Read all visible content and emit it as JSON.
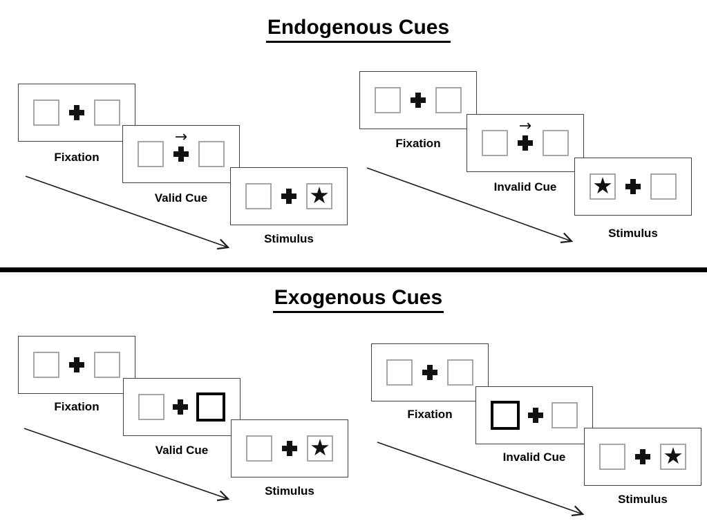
{
  "diagram": {
    "name": "Posner attention cueing paradigm",
    "colors": {
      "background": "#ffffff",
      "panel_border": "#3f3f3f",
      "box_border": "#a6a6a6",
      "bold_box_border": "#000000",
      "ink": "#000000",
      "divider": "#000000"
    }
  },
  "icons": {
    "star": "★",
    "cue_arrow_right": "→"
  },
  "sections": [
    {
      "title": "Endogenous Cues",
      "cue_style": "central-arrow",
      "sequences": [
        {
          "name": "valid",
          "panels": [
            {
              "type": "fixation",
              "label": "Fixation"
            },
            {
              "type": "cue",
              "label": "Valid Cue",
              "cue": "arrow-right"
            },
            {
              "type": "stimulus",
              "label": "Stimulus",
              "star_side": "right"
            }
          ]
        },
        {
          "name": "invalid",
          "panels": [
            {
              "type": "fixation",
              "label": "Fixation"
            },
            {
              "type": "cue",
              "label": "Invalid Cue",
              "cue": "arrow-right"
            },
            {
              "type": "stimulus",
              "label": "Stimulus",
              "star_side": "left"
            }
          ]
        }
      ]
    },
    {
      "title": "Exogenous Cues",
      "cue_style": "peripheral-bold-box",
      "sequences": [
        {
          "name": "valid",
          "panels": [
            {
              "type": "fixation",
              "label": "Fixation"
            },
            {
              "type": "cue",
              "label": "Valid Cue",
              "cue": "bold-box-right"
            },
            {
              "type": "stimulus",
              "label": "Stimulus",
              "star_side": "right"
            }
          ]
        },
        {
          "name": "invalid",
          "panels": [
            {
              "type": "fixation",
              "label": "Fixation"
            },
            {
              "type": "cue",
              "label": "Invalid Cue",
              "cue": "bold-box-left"
            },
            {
              "type": "stimulus",
              "label": "Stimulus",
              "star_side": "right"
            }
          ]
        }
      ]
    }
  ]
}
